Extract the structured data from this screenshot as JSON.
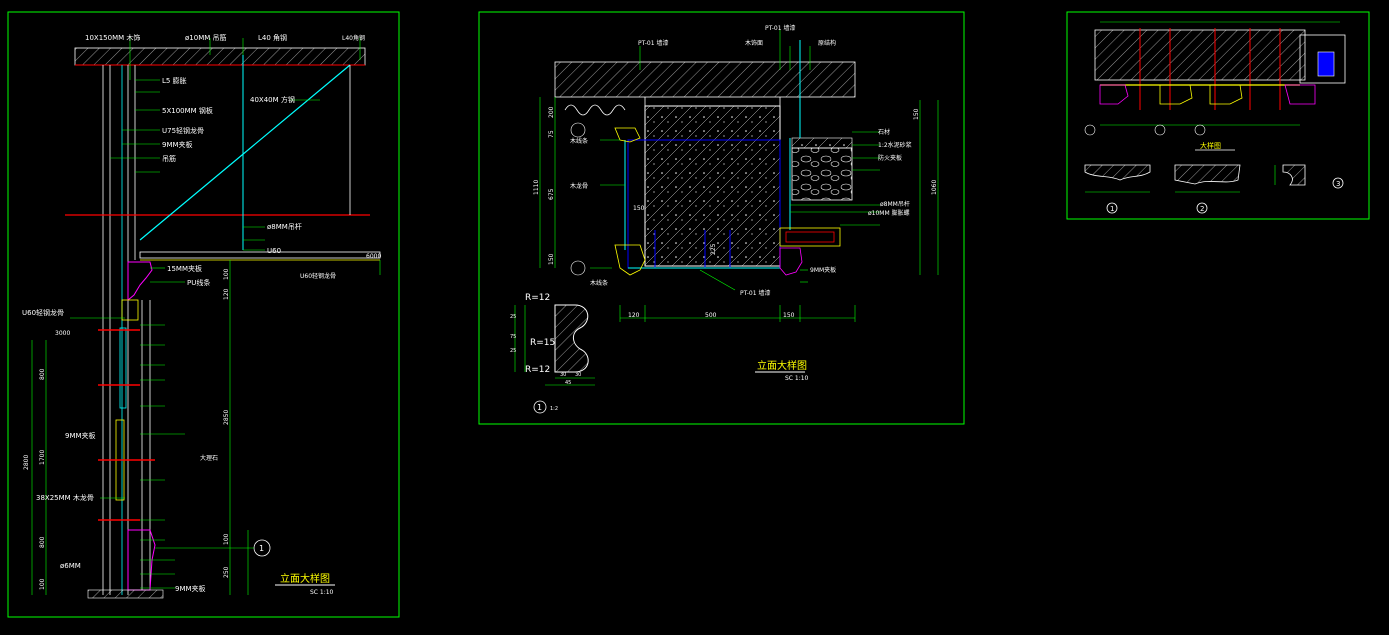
{
  "colors": {
    "background": "#000000",
    "frame": "#00ff00",
    "leader": "#00ff00",
    "text_main": "#ffffff",
    "text_alt": "#00ff00",
    "dim": "#00ff00",
    "accent_red": "#ff0000",
    "accent_yellow": "#ffff00",
    "accent_cyan": "#00ffff",
    "accent_blue": "#0000ff",
    "accent_magenta": "#ff00ff",
    "hatch": "#ffffff"
  },
  "left_panel": {
    "annotations": {
      "a1": "10X150MM 木饰",
      "a2": "ø10MM 吊筋",
      "a3": "L40 角钢",
      "a4": "L40角钢",
      "a5": "L5 膨胀",
      "a6": "5X100MM 钢板",
      "a7": "U75轻钢龙骨",
      "a8": "9MM夹板",
      "a9": "吊筋",
      "a10": "40X40M 方钢",
      "a11": "ø8MM吊杆",
      "a12": "U60",
      "a13": "U60轻钢龙骨",
      "a14": "15MM夹板",
      "a15": "PU线条",
      "a16": "U60轻钢龙骨",
      "a17": "9MM夹板",
      "a18": "38X25MM 木龙骨",
      "a19": "ø6MM",
      "a20": "9MM夹板",
      "a21": "大理石"
    },
    "dimensions": {
      "d1": "3000",
      "d2": "2800",
      "d3": "800",
      "d4": "1700",
      "d5": "800",
      "d6": "100",
      "d7": "2850",
      "d8": "100",
      "d9": "250",
      "d10": "6000",
      "d11": "100",
      "d12": "120"
    },
    "title": "立面大样图",
    "scale": "SC 1:10",
    "callout": "1"
  },
  "middle_panel": {
    "annotations": {
      "b1": "PT-01 墙漆",
      "b2": "木饰面",
      "b3": "原结构",
      "b4": "PT-01 墙漆",
      "b5": "木线条",
      "b6": "1:2水泥砂浆",
      "b7": "防火夹板",
      "b8": "ø8MM吊杆",
      "b9": "ø10MM 膨胀螺",
      "b10": "9MM夹板",
      "b11": "木线条",
      "b12": "PT-01 墙漆",
      "b13": "石材",
      "b14": "木龙骨"
    },
    "dimensions": {
      "d1": "120",
      "d2": "500",
      "d3": "150",
      "d4": "1110",
      "d5": "675",
      "d6": "150",
      "d7": "1060",
      "d8": "150",
      "d9": "225",
      "d10": "200",
      "d11": "75",
      "d12": "150"
    },
    "profile": {
      "r1": "R=12",
      "r2": "R=15",
      "r3": "R=12",
      "d1": "30",
      "d2": "45",
      "d3": "25",
      "d4": "75",
      "d5": "25",
      "d6": "30",
      "callout": "1",
      "scale": "1:2"
    },
    "title": "立面大样图",
    "scale": "SC 1:10"
  },
  "right_panel": {
    "title": "大样图",
    "callout1": "1",
    "callout2": "2",
    "callout3": "3"
  }
}
